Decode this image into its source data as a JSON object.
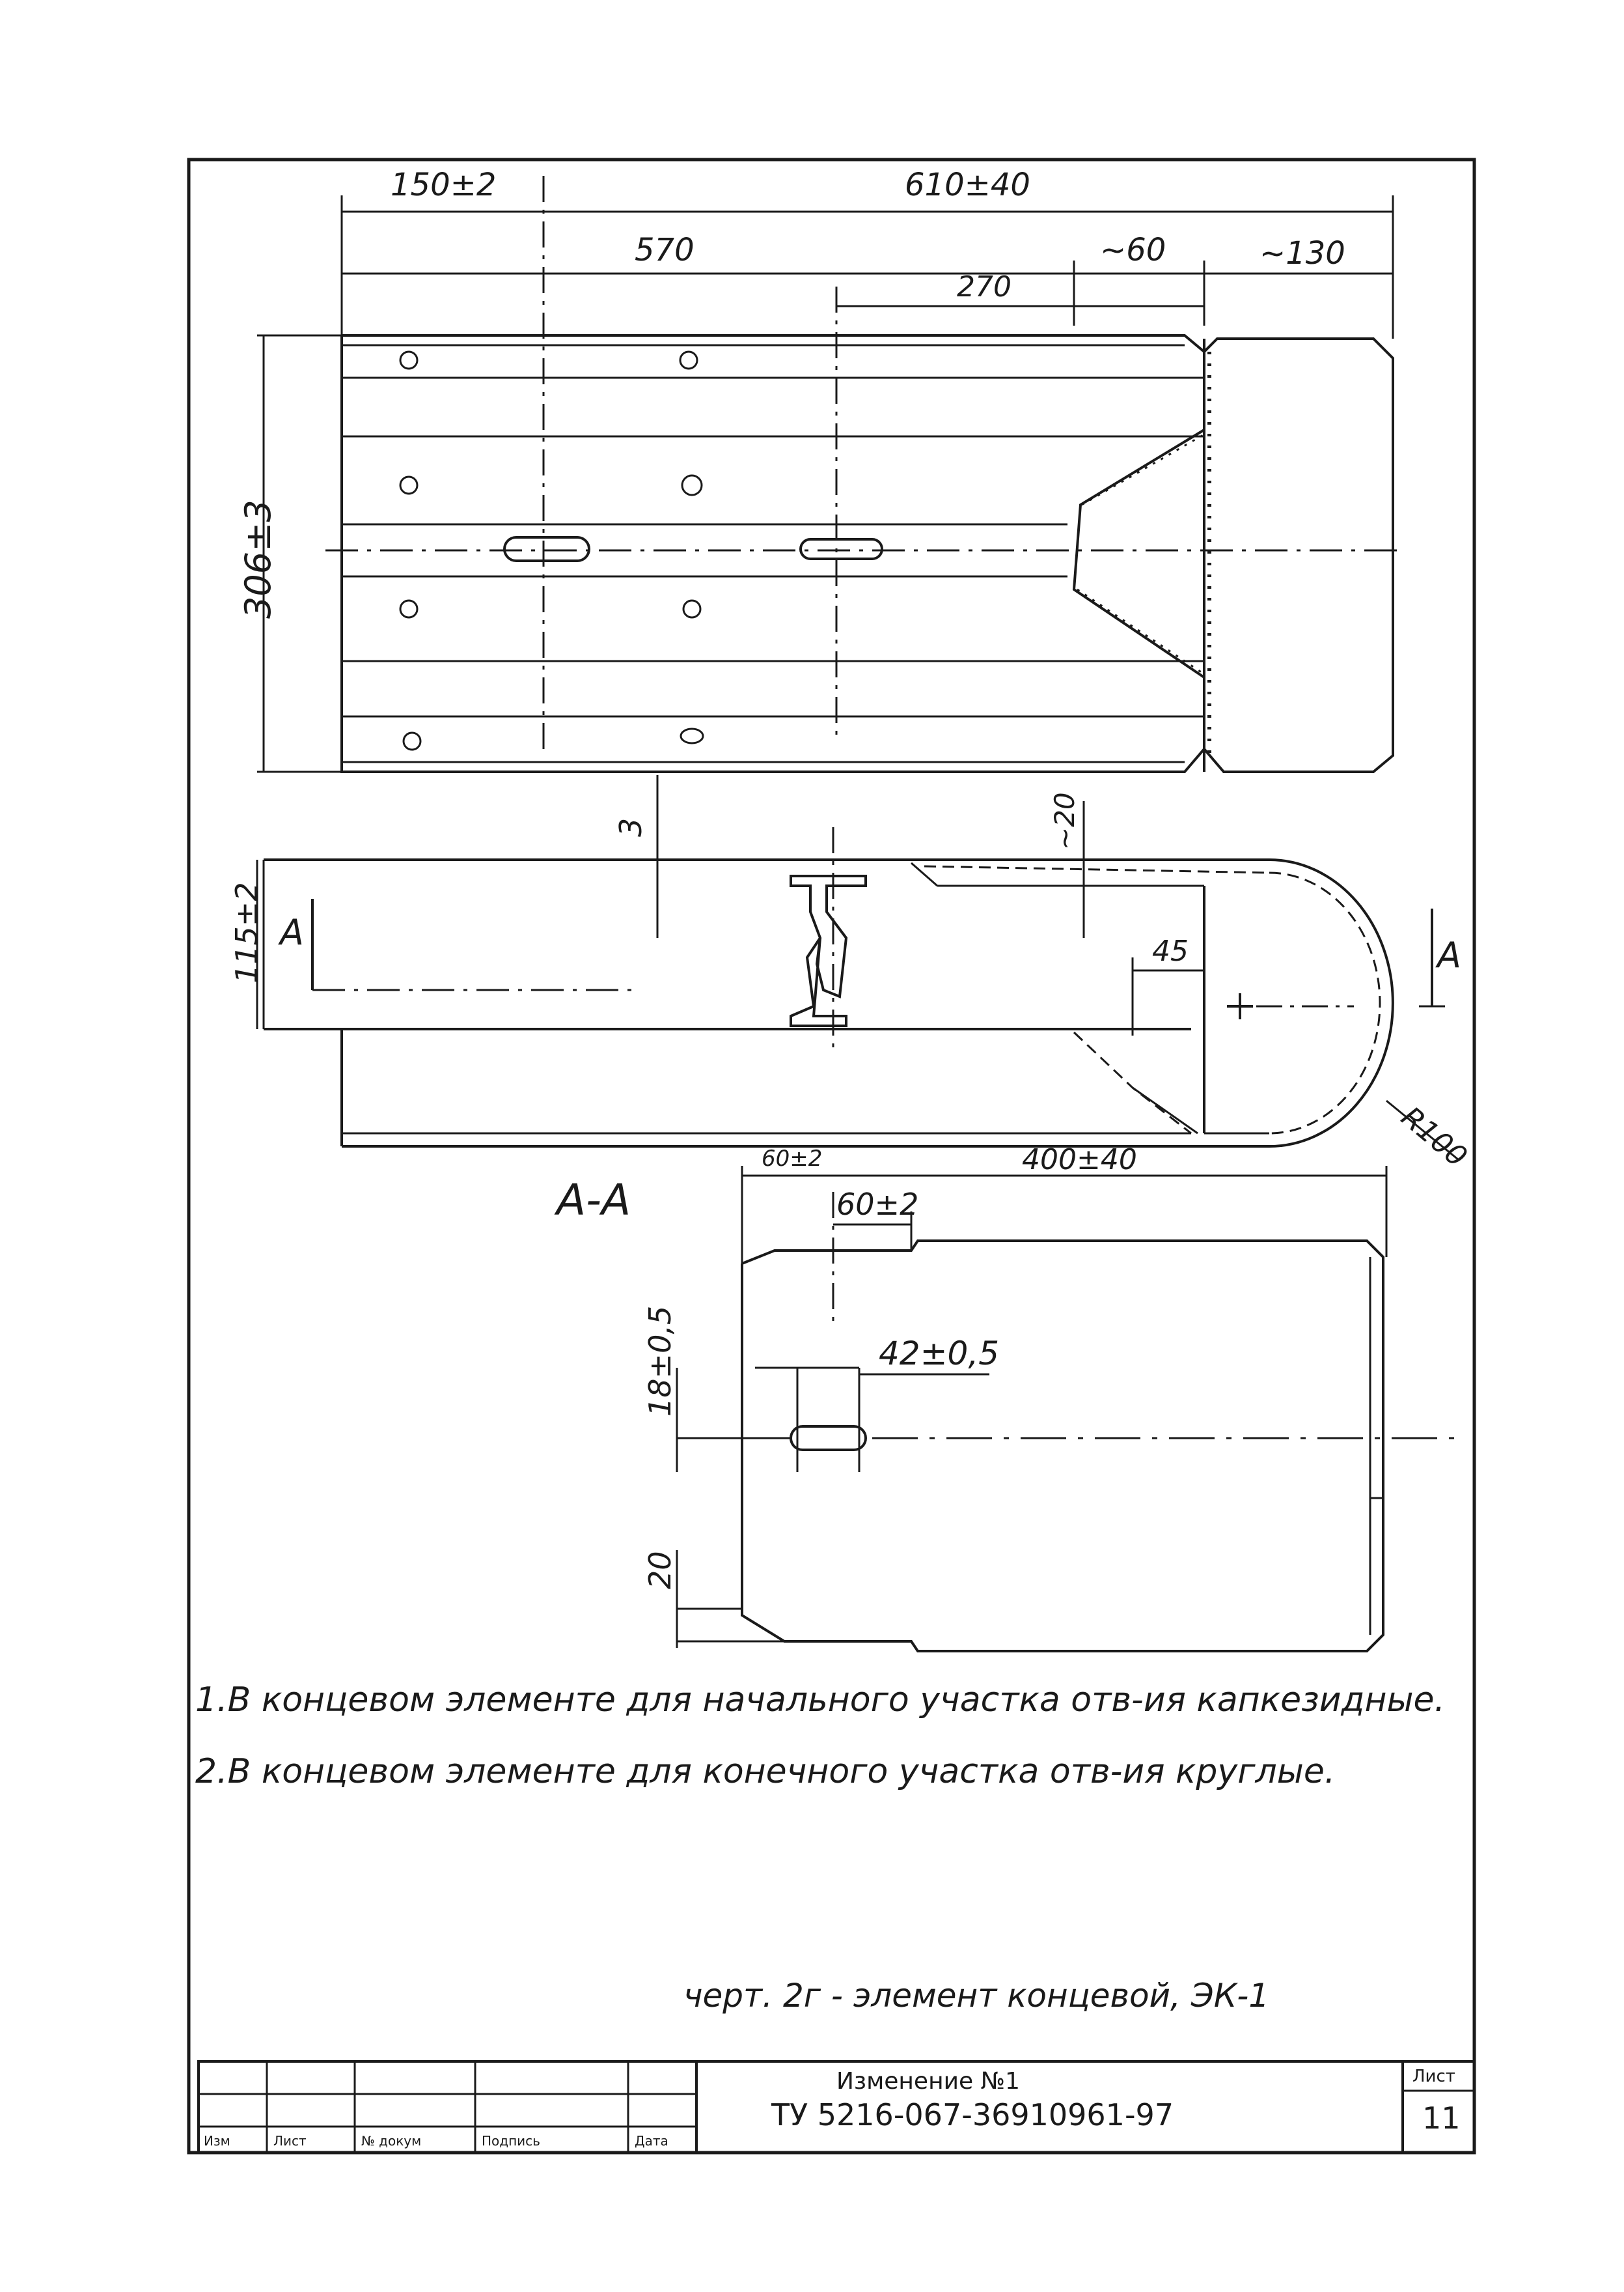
{
  "plan_view": {
    "dim_150": "150±2",
    "dim_610": "610±40",
    "dim_570": "570",
    "dim_60": "~60",
    "dim_130": "~130",
    "dim_270": "270",
    "dim_306": "306±3"
  },
  "side_view": {
    "dim_3": "3",
    "dim_20": "~20",
    "dim_115": "115±2",
    "dim_45": "45",
    "radius": "R100",
    "section_mark_left": "A",
    "section_mark_right": "A"
  },
  "section_aa": {
    "title": "A-A",
    "dim_60_top": "60±2",
    "dim_400": "400±40",
    "dim_60_inner": "60±2",
    "dim_42": "42±0,5",
    "dim_18": "18±0,5",
    "dim_20": "20"
  },
  "notes": [
    "1.В концевом элементе для начального участка отв-ия капкезидные.",
    "2.В концевом элементе для конечного участка отв-ия круглые."
  ],
  "caption": "черт. 2г - элемент концевой, ЭК-1",
  "title_block": {
    "change": "Изменение №1",
    "doc_number": "ТУ 5216-067-36910961-97",
    "sheet_label": "Лист",
    "sheet_number": "11",
    "column_labels": [
      "Изм",
      "Лист",
      "№ докум",
      "Подпись",
      "Дата"
    ]
  }
}
